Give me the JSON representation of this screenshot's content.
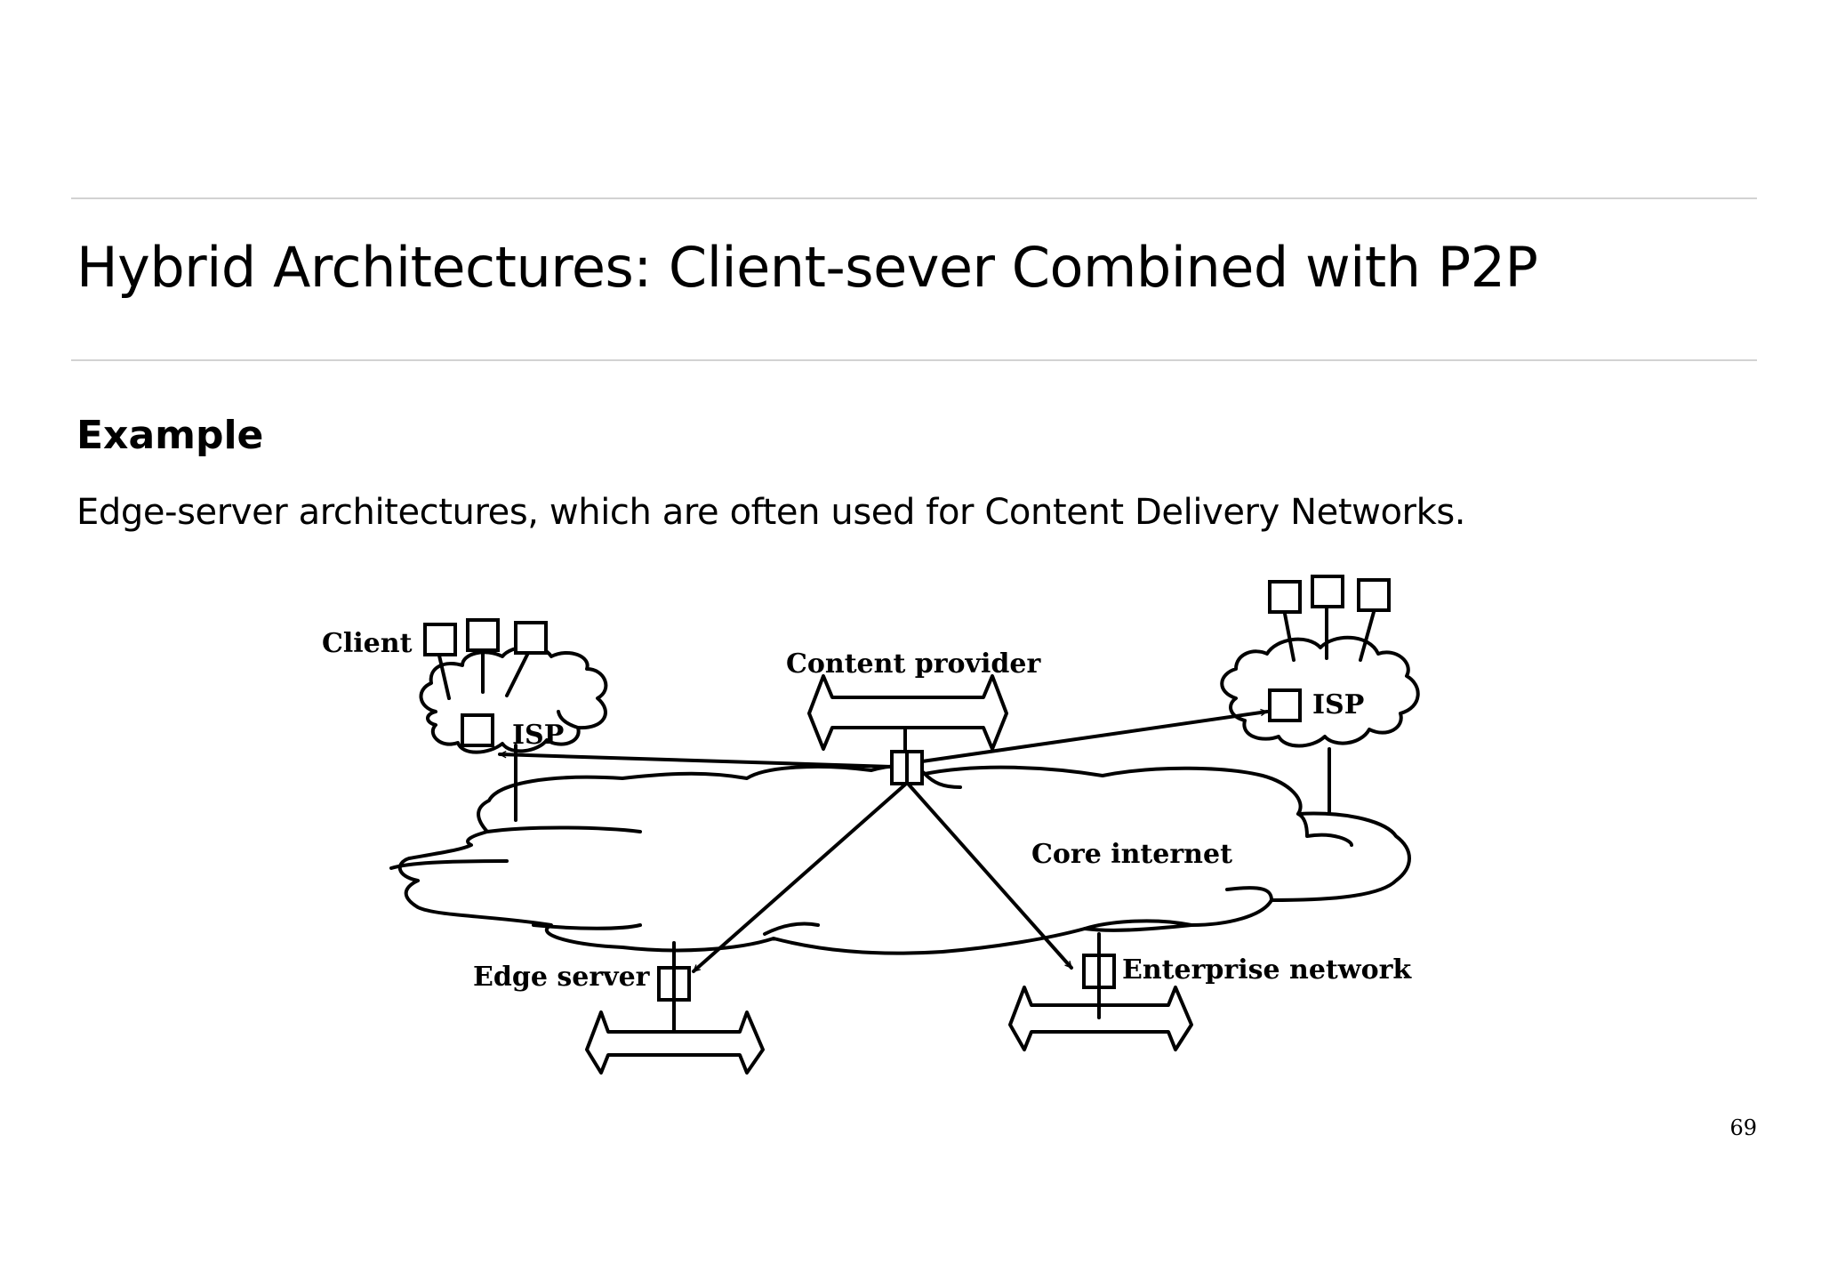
{
  "slide": {
    "title": "Hybrid Architectures: Client-sever Combined with P2P",
    "heading": "Example",
    "body": "Edge-server architectures, which are often used for Content Delivery Networks.",
    "page_number": "69"
  },
  "diagram": {
    "labels": {
      "client": "Client",
      "isp_left": "ISP",
      "isp_right": "ISP",
      "content_provider": "Content provider",
      "core_internet": "Core internet",
      "edge_server": "Edge server",
      "enterprise_network": "Enterprise network"
    }
  }
}
